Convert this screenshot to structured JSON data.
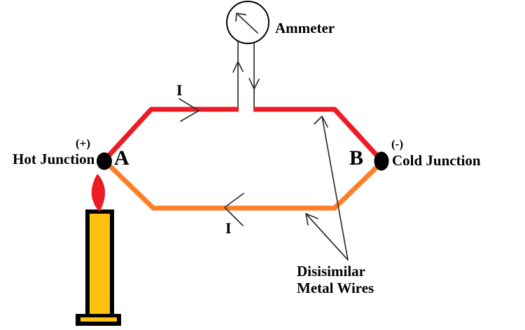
{
  "labels": {
    "ammeter": "Ammeter",
    "hot_polarity": "(+)",
    "hot_junction": "Hot Junction",
    "junction_a": "A",
    "junction_b": "B",
    "cold_polarity": "(-)",
    "cold_junction": "Cold Junction",
    "current_top": "I",
    "current_bottom": "I",
    "note_line1": "Disisimilar",
    "note_line2": "Metal Wires"
  },
  "colors": {
    "background": "#ffffff",
    "wire_hot": "#ed1c24",
    "wire_cold": "#ff7f27",
    "flame": "#ed1c24",
    "candle": "#ffc20e",
    "ink": "#000000",
    "thin_line": "#2f2f2f"
  }
}
